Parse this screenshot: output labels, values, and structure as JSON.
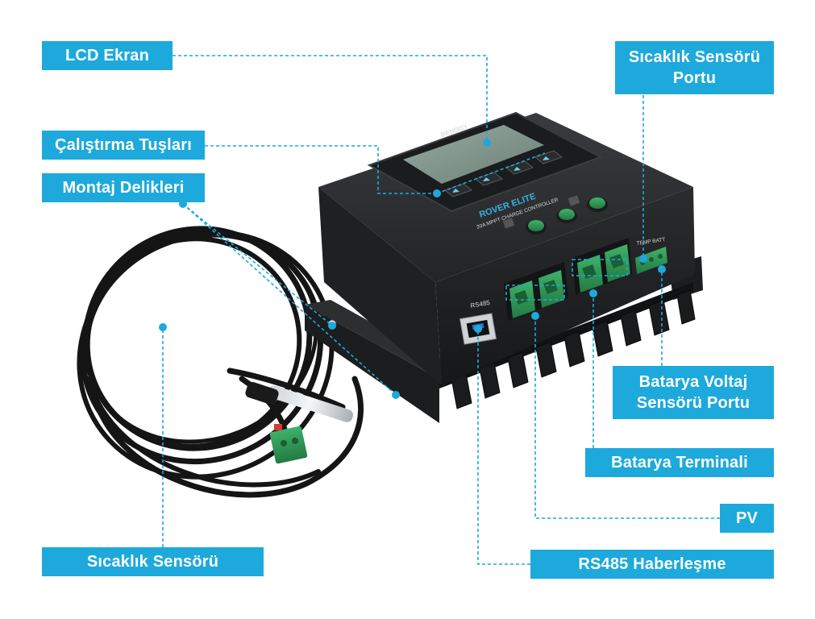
{
  "labels": {
    "lcd": "LCD Ekran",
    "buttons": "Çalıştırma Tuşları",
    "holes": "Montaj Delikleri",
    "temp_port_line1": "Sıcaklık Sensörü",
    "temp_port_line2": "Portu",
    "volt_port_line1": "Batarya Voltaj",
    "volt_port_line2": "Sensörü Portu",
    "battery_terminal": "Batarya Terminali",
    "pv": "PV",
    "rs485_comm": "RS485 Haberleşme",
    "temp_sensor": "Sıcaklık Sensörü"
  },
  "device": {
    "brand": "RENOGY",
    "model": "ROVER ELITE",
    "subtitle": "20A MPPT CHARGE CONTROLLER",
    "rs485_port": "RS485",
    "temp_batt": "TEMP BATT"
  },
  "colors": {
    "label_bg": "#1da9dc",
    "leader": "#1da9dc",
    "body": "#2a2b2d",
    "terminal": "#2f9a55",
    "lcd": "#7f948c"
  }
}
